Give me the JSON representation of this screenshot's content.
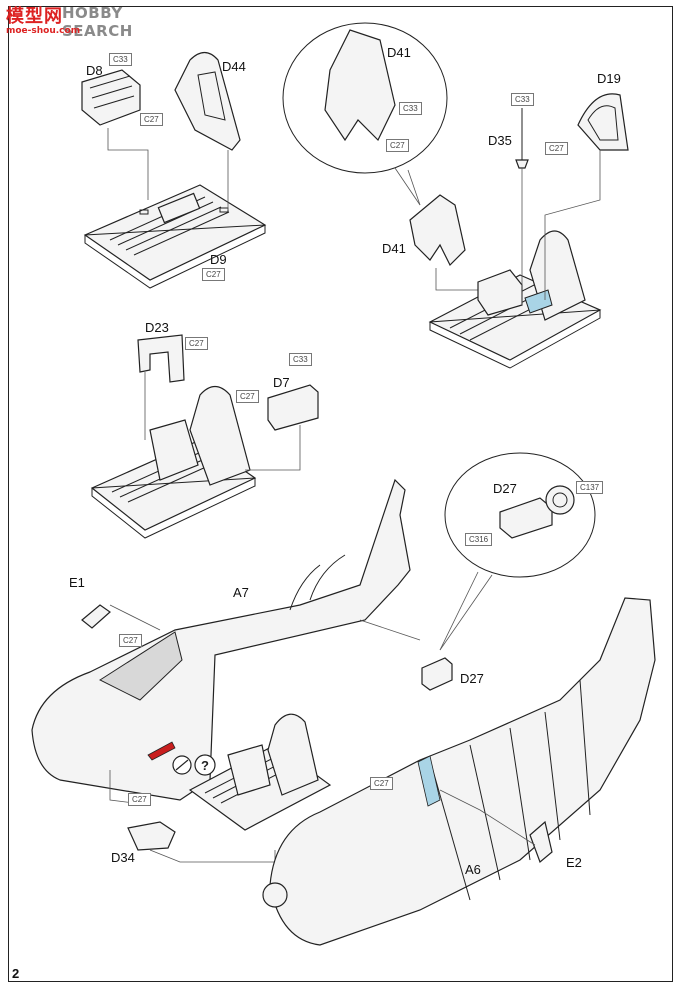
{
  "watermark": {
    "brand_cn": "模型网",
    "brand_en": "HOBBY SEARCH",
    "url": "moe-shou.com"
  },
  "page_number": "2",
  "part_labels": {
    "d8": "D8",
    "d44": "D44",
    "d41_top": "D41",
    "d19": "D19",
    "d35": "D35",
    "d9": "D9",
    "d41_mid": "D41",
    "d23": "D23",
    "d7": "D7",
    "d27_detail": "D27",
    "e1": "E1",
    "a7": "A7",
    "d27": "D27",
    "d34": "D34",
    "a6": "A6",
    "e2": "E2"
  },
  "color_refs": {
    "c33_d8": "C33",
    "c27_d8": "C27",
    "c33_d41": "C33",
    "c27_d41": "C27",
    "c33_d35": "C33",
    "c27_d35": "C27",
    "c27_d9": "C27",
    "c27_d23": "C27",
    "c33_d7": "C33",
    "c27_d7": "C27",
    "c137": "C137",
    "c316": "C316",
    "c27_e1": "C27",
    "c27_d34": "C27",
    "c27_a6": "C27"
  },
  "accent_colors": {
    "highlight_blue": "#a9d4e6",
    "highlight_red": "#c81e1e",
    "shade_gray": "#d4d4d4"
  },
  "icons": [
    "optional-part-icon",
    "question-mark-icon"
  ]
}
